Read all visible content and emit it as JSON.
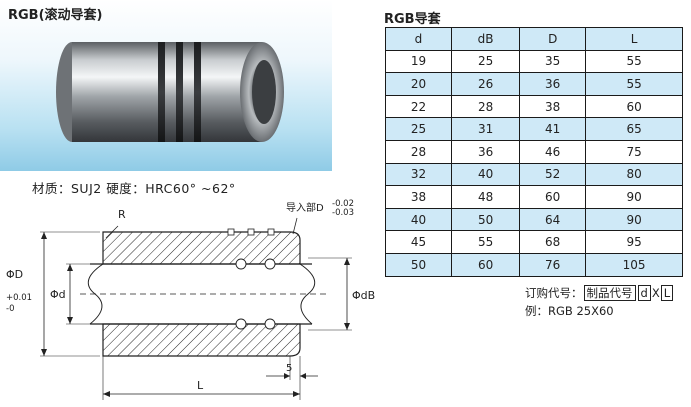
{
  "photo": {
    "title": "RGB(滚动导套)"
  },
  "material": {
    "text": "材质：SUJ2    硬度：HRC60°  ~62°"
  },
  "drawing": {
    "label_r": "R",
    "label_insert": "导入部D",
    "tol_top": "-0.02",
    "tol_bottom": "-0.03",
    "label_phi_d_outer": "ΦD",
    "tol_plus": "+0.01",
    "tol_zero": "-0",
    "label_phi_d": "Φd",
    "label_phi_db": "ΦdB",
    "label_l": "L",
    "label_5": "5"
  },
  "table": {
    "title": "RGB导套",
    "headers": [
      "d",
      "dB",
      "D",
      "L"
    ],
    "rows": [
      [
        "19",
        "25",
        "35",
        "55"
      ],
      [
        "20",
        "26",
        "36",
        "55"
      ],
      [
        "22",
        "28",
        "38",
        "60"
      ],
      [
        "25",
        "31",
        "41",
        "65"
      ],
      [
        "28",
        "36",
        "46",
        "75"
      ],
      [
        "32",
        "40",
        "52",
        "80"
      ],
      [
        "38",
        "48",
        "60",
        "90"
      ],
      [
        "40",
        "50",
        "64",
        "90"
      ],
      [
        "45",
        "55",
        "68",
        "95"
      ],
      [
        "50",
        "60",
        "76",
        "105"
      ]
    ]
  },
  "order": {
    "prefix": "订购代号：",
    "code_box": "制品代号",
    "d_box": "d",
    "x_text": "X",
    "l_box": "L",
    "example": "例：RGB  25X60"
  }
}
